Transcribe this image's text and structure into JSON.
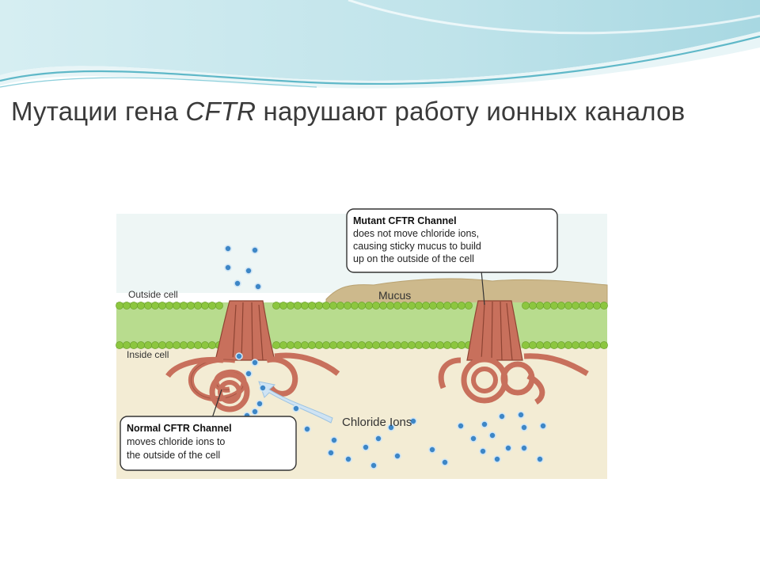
{
  "slide": {
    "title_before": "Мутации гена ",
    "title_gene": "CFTR",
    "title_after": " нарушают работу ионных каналов"
  },
  "diagram": {
    "outside_label": "Outside cell",
    "inside_label": "Inside cell",
    "mucus_label": "Mucus",
    "chloride_label": "Chloride Ions",
    "mutant_callout": {
      "title": "Mutant CFTR Channel",
      "line1": "does not move chloride ions,",
      "line2": "causing sticky mucus to build",
      "line3": "up on the outside of the cell"
    },
    "normal_callout": {
      "title": "Normal CFTR Channel",
      "line1": "moves chloride ions to",
      "line2": "the outside of the cell"
    }
  },
  "colors": {
    "title_text": "#3a3a3a",
    "wave_teal": "#5fb8c8",
    "membrane_green": "#8cc63f",
    "cytoplasm": "#f3ecd4",
    "outside_bg": "#eef6f5",
    "mucus": "#cdb98c",
    "protein": "#c8705c",
    "ion_blue": "#3d86c6"
  }
}
